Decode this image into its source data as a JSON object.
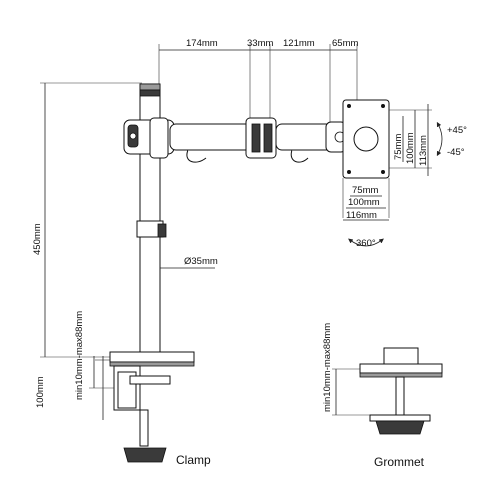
{
  "dimensions": {
    "arm_segment_1": "174mm",
    "joint_width": "33mm",
    "arm_segment_2": "121mm",
    "tilt_offset": "65mm",
    "pole_height": "450mm",
    "pole_diameter": "Ø35mm",
    "vesa_h_75": "75mm",
    "vesa_h_100": "100mm",
    "plate_h": "113mm",
    "vesa_w_75": "75mm",
    "vesa_w_100": "100mm",
    "plate_w": "116mm",
    "tilt_up": "+45°",
    "tilt_down": "-45°",
    "rotation": "360°",
    "clamp_thickness": "min10mm-max88mm",
    "clamp_height": "100mm",
    "grommet_thickness": "min10mm-max88mm"
  },
  "captions": {
    "clamp": "Clamp",
    "grommet": "Grommet"
  },
  "colors": {
    "line": "#222222",
    "dark_fill": "#3a3a3a",
    "gray_fill": "#9a9a9a",
    "background": "#ffffff"
  }
}
